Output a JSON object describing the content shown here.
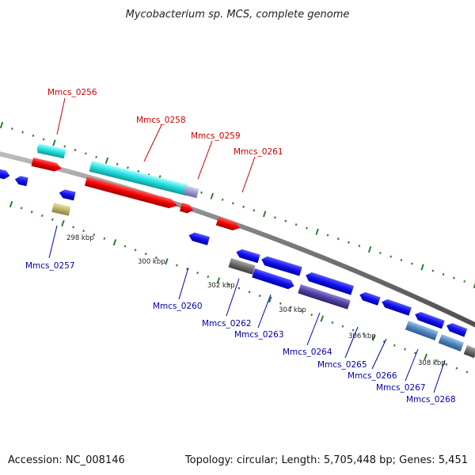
{
  "title": "Mycobacterium sp. MCS, complete genome",
  "footer": {
    "accession": "Accession: NC_008146",
    "summary": "Topology: circular; Length: 5,705,448 bp; Genes: 5,451"
  },
  "colors": {
    "background": "#ffffff",
    "backbone": "#8c8c8c",
    "tick_marks": "#2e7d32",
    "label_forward": "#cc0000",
    "label_reverse": "#0000aa"
  },
  "position_labels": [
    "298 kbp",
    "300 kbp",
    "302 kbp",
    "304 kbp",
    "306 kbp",
    "308 kbp"
  ],
  "genes_forward": [
    {
      "label": "Mmcs_0256",
      "color": "#cc0000"
    },
    {
      "label": "Mmcs_0258",
      "color": "#cc0000"
    },
    {
      "label": "Mmcs_0259",
      "color": "#cc0000"
    },
    {
      "label": "Mmcs_0261",
      "color": "#cc0000"
    }
  ],
  "genes_reverse": [
    {
      "label": "Mmcs_0257",
      "color": "#0000aa"
    },
    {
      "label": "Mmcs_0260",
      "color": "#0000aa"
    },
    {
      "label": "Mmcs_0262",
      "color": "#0000aa"
    },
    {
      "label": "Mmcs_0263",
      "color": "#0000aa"
    },
    {
      "label": "Mmcs_0264",
      "color": "#0000aa"
    },
    {
      "label": "Mmcs_0265",
      "color": "#0000aa"
    },
    {
      "label": "Mmcs_0266",
      "color": "#0000aa"
    },
    {
      "label": "Mmcs_0267",
      "color": "#0000aa"
    },
    {
      "label": "Mmcs_0268",
      "color": "#0000aa"
    }
  ]
}
